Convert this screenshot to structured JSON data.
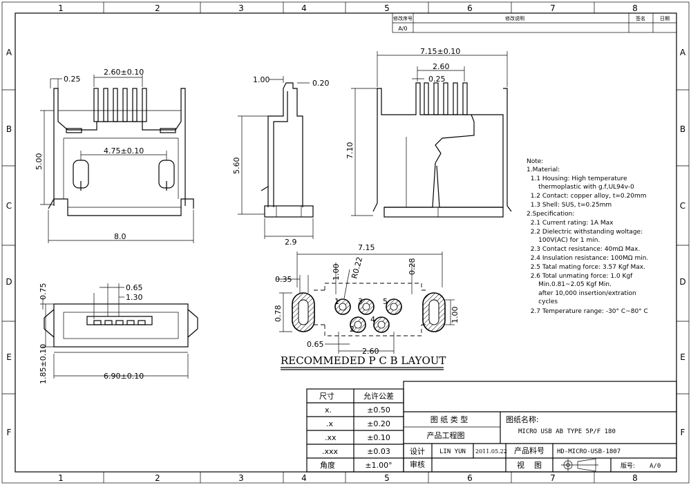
{
  "grid": {
    "columns": [
      "1",
      "2",
      "3",
      "4",
      "5",
      "6",
      "7",
      "8"
    ],
    "rows": [
      "A",
      "B",
      "C",
      "D",
      "E",
      "F"
    ]
  },
  "revision_block": {
    "headers": [
      "修改序号",
      "修改说明",
      "签名",
      "日期"
    ],
    "row1_seq": "A/0"
  },
  "dims": {
    "front_pitch": "2.60±0.10",
    "front_pin_w": "0.25",
    "front_height": "5.00",
    "front_holes": "4.75±0.10",
    "front_width": "8.0",
    "side_tab": "1.00",
    "side_thk": "0.20",
    "side_height": "5.60",
    "side_depth": "2.9",
    "right_width": "7.15±0.10",
    "right_pitch": "2.60",
    "right_pin_w": "0.25",
    "right_height": "7.10",
    "bot_075": "0.75",
    "bot_065": "0.65",
    "bot_130": "1.30",
    "bot_185": "1.85±0.10",
    "bot_690": "6.90±0.10",
    "pcb_715": "7.15",
    "pcb_r022": "R0.22",
    "pcb_100": "1.00",
    "pcb_028": "0.28",
    "pcb_035": "0.35",
    "pcb_078": "0.78",
    "pcb_100b": "1.00",
    "pcb_065": "0.65",
    "pcb_260": "2.60"
  },
  "pin_numbers": [
    "1",
    "2",
    "3",
    "4",
    "5"
  ],
  "pcb_title": "RECOMMEDED P C B LAYOUT",
  "notes": [
    "Note:",
    "1.Material:",
    "  1.1 Housing: High temperature",
    "      thermoplastic with g.f,UL94v-0",
    "  1.2 Contact: copper alloy, t=0.20mm",
    "  1.3 Shell: SUS, t=0.25mm",
    "2.Specification:",
    "  2.1 Current rating: 1A Max",
    "  2.2 Dielectric withstanding woltage:",
    "      100V(AC) for 1 min.",
    "  2.3 Contact resistance: 40mΩ Max.",
    "  2.4 Insulation resistance: 100MΩ min.",
    "  2.5 Tatal mating force: 3.57 Kgf Max.",
    "  2.6 Total unmating force: 1.0 Kgf",
    "      Min.0.81~2.05 Kgf Min.",
    "      after 10,000 insertion/extration",
    "      cycles",
    "  2.7 Temperature range: -30° C~80° C"
  ],
  "tolerance": {
    "header_size": "尺寸",
    "header_tol": "允许公差",
    "rows": [
      {
        "size": "x.",
        "tol": "±0.50"
      },
      {
        "size": ".x",
        "tol": "±0.20"
      },
      {
        "size": ".xx",
        "tol": "±0.10"
      },
      {
        "size": ".xxx",
        "tol": "±0.03"
      },
      {
        "size": "角度",
        "tol": "±1.00°"
      }
    ]
  },
  "title_block": {
    "drawing_type_label": "图 纸 类 型",
    "drawing_type_value": "产品工程图",
    "drawing_name_label": "图纸名称:",
    "drawing_name_value": "MICRO USB AB TYPE 5P/F 180",
    "design_label": "设计",
    "designer": "LIN YUN",
    "date": "2011.05.22",
    "part_no_label": "产品料号",
    "part_no": "HD-MICRO-USB-1807",
    "review_label": "审核",
    "view_label": "视    图",
    "version_label": "版号:",
    "version": "A/0"
  }
}
